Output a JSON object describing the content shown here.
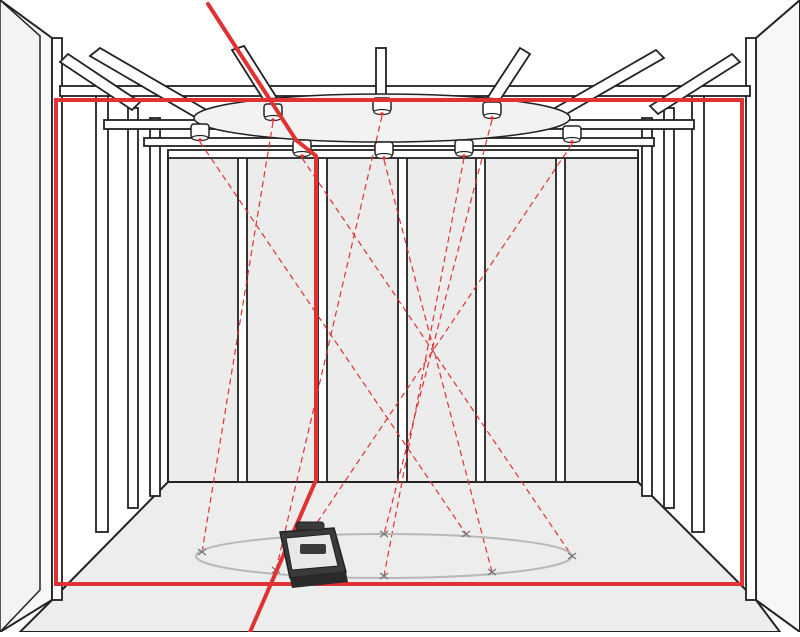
{
  "illustration": {
    "subject": "laser-level-plumb-points-room",
    "colors": {
      "laser": "#e03232",
      "outline": "#222222",
      "wall_back": "#ececec",
      "wall_side": "#f7f7f7",
      "floor": "#ededed",
      "ceiling_ring": "#f2f2f2",
      "fixture_fill": "#ffffff",
      "device_body": "#3a3a3a",
      "device_face": "#e8e8e8",
      "floor_circle": "#b8b8b8",
      "cross_mark": "#777777"
    },
    "ceiling_fixture_count": 8,
    "floor_marks_count": 8,
    "device_label": ""
  }
}
